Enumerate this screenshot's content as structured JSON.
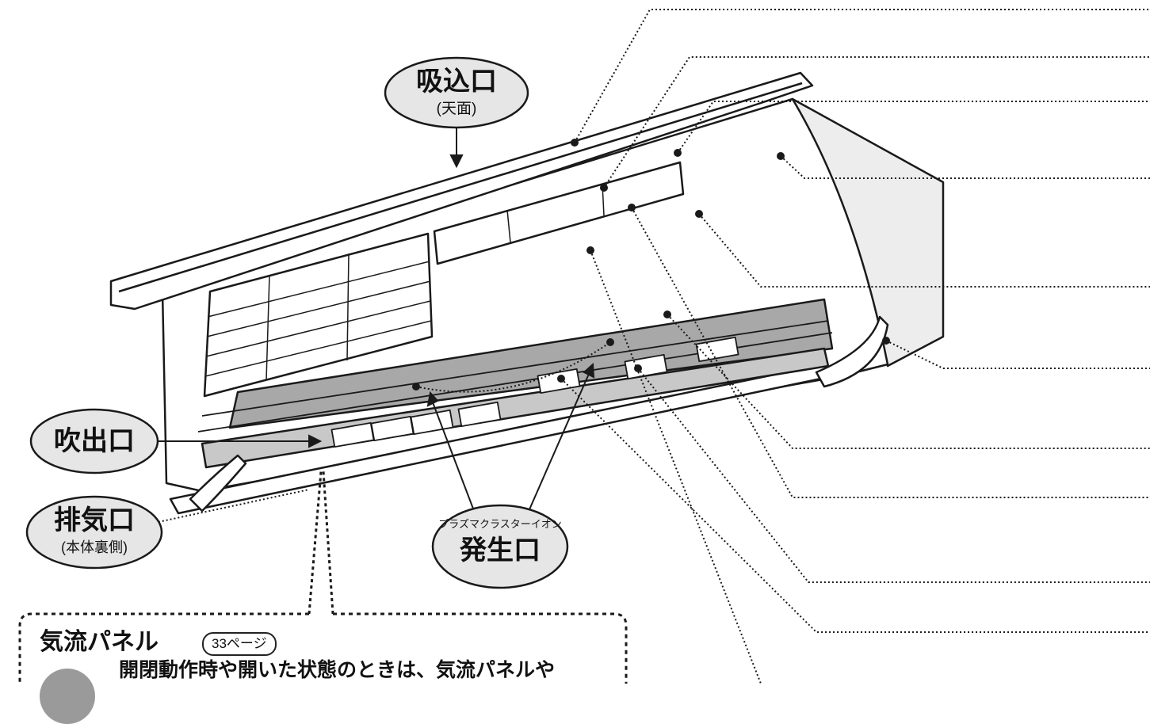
{
  "labels": {
    "intake": {
      "main": "吸込口",
      "sub": "(天面)"
    },
    "outlet": {
      "main": "吹出口"
    },
    "exhaust": {
      "main": "排気口",
      "sub": "(本体裏側)"
    },
    "plasma": {
      "sub": "プラズマクラスターイオン",
      "main": "発生口"
    }
  },
  "airflow_panel": {
    "title": "気流パネル",
    "page_ref": "33ページ",
    "note": "開閉動作時や開いた状態のときは、気流パネルや"
  },
  "colors": {
    "outline": "#1a1a1a",
    "bubble_fill": "#e6e6e6",
    "dark_gray": "#a8a8a8",
    "mid_gray": "#c8c8c8",
    "light_gray": "#ededed"
  }
}
